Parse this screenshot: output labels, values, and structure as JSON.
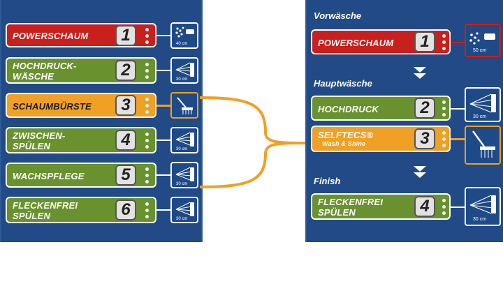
{
  "left": {
    "steps": [
      {
        "label_lines": [
          "POWERSCHAUM"
        ],
        "number": "1",
        "color": "#c9201e",
        "icon": "foam-spray-icon",
        "icon_caption": "40 cm"
      },
      {
        "label_lines": [
          "HOCHDRUCK-",
          "WÄSCHE"
        ],
        "number": "2",
        "color": "#69922f",
        "icon": "high-pressure-spray-icon",
        "icon_caption": "30 cm"
      },
      {
        "label_lines": [
          "SCHAUMBÜRSTE"
        ],
        "number": "3",
        "color": "#f0a024",
        "icon": "foam-brush-icon",
        "icon_caption": ""
      },
      {
        "label_lines": [
          "ZWISCHEN-",
          "SPÜLEN"
        ],
        "number": "4",
        "color": "#69922f",
        "icon": "rinse-spray-icon",
        "icon_caption": "30 cm"
      },
      {
        "label_lines": [
          "WACHSPFLEGE"
        ],
        "number": "5",
        "color": "#69922f",
        "icon": "wax-spray-icon",
        "icon_caption": "30 cm"
      },
      {
        "label_lines": [
          "FLECKENFREI",
          "SPÜLEN"
        ],
        "number": "6",
        "color": "#69922f",
        "icon": "spot-free-rinse-icon",
        "icon_caption": "30 cm"
      }
    ]
  },
  "right": {
    "sections": [
      {
        "title": "Vorwäsche"
      },
      {
        "title": "Hauptwäsche"
      },
      {
        "title": "Finish"
      }
    ],
    "steps": [
      {
        "label_lines": [
          "POWERSCHAUM"
        ],
        "number": "1",
        "color": "#c9201e",
        "icon": "foam-spray-icon",
        "icon_caption": "50 cm"
      },
      {
        "label_lines": [
          "HOCHDRUCK"
        ],
        "number": "2",
        "color": "#69922f",
        "icon": "high-pressure-spray-icon",
        "icon_caption": "30 cm"
      },
      {
        "label_lines": [
          "SELFTECS®"
        ],
        "subtitle": "Wash & Shine",
        "number": "3",
        "color": "#f0a024",
        "icon": "wash-shine-brush-icon",
        "icon_caption": ""
      },
      {
        "label_lines": [
          "FLECKENFREI",
          "SPÜLEN"
        ],
        "number": "4",
        "color": "#69922f",
        "icon": "spot-free-rinse-icon",
        "icon_caption": "30 cm"
      }
    ]
  },
  "colors": {
    "panel": "#214a86",
    "red": "#c9201e",
    "green": "#69922f",
    "orange": "#f0a024",
    "connector": "#f0a024"
  }
}
